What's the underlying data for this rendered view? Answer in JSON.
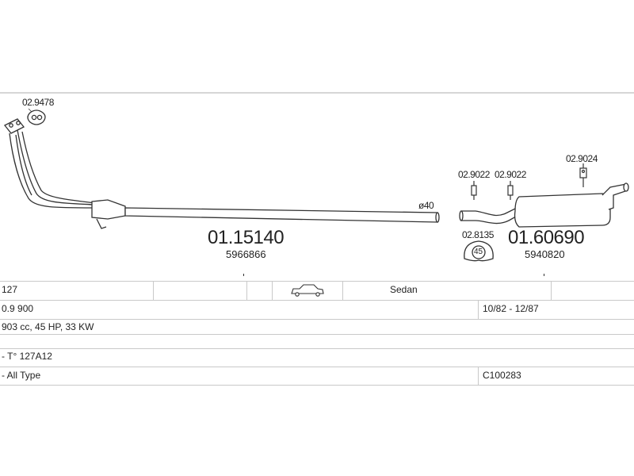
{
  "parts": {
    "gasket_top_left": "02.9478",
    "front_pipe_code": "01.15140",
    "front_pipe_oe": "5966866",
    "diameter_label": "ø40",
    "clamp_1": "02.9022",
    "clamp_2": "02.9022",
    "hanger": "02.9024",
    "rubber_ring": "02.8135",
    "rubber_ring_size": "45",
    "rear_silencer_code": "01.60690",
    "rear_silencer_oe": "5940820"
  },
  "table": {
    "model": "127",
    "body_type": "Sedan",
    "version": "0.9 900",
    "period": "10/82 - 12/87",
    "engine": "903 cc, 45 HP, 33 KW",
    "engine_code": "- T° 127A12",
    "type": "- All Type",
    "catalog_code": "C100283"
  }
}
